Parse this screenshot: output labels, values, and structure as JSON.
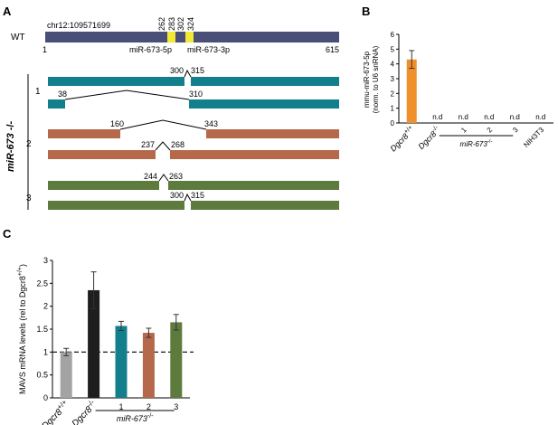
{
  "panel_a": {
    "letter": "A",
    "wt_label": "WT",
    "locus": "chr12:109571699",
    "start_label": "1",
    "end_label": "615",
    "mir5p_label": "miR-673-5p",
    "mir3p_label": "miR-673-3p",
    "mir_positions": [
      "262",
      "283",
      "302",
      "324"
    ],
    "genotype_label": "miR-673",
    "genotype_sup": "-/-",
    "clones": [
      {
        "label": "1",
        "color": "#137f8c",
        "alleles": [
          {
            "gap_start": "300",
            "gap_end": "315"
          },
          {
            "gap_start": "38",
            "gap_end": "310"
          }
        ]
      },
      {
        "label": "2",
        "color": "#b5694a",
        "alleles": [
          {
            "gap_start": "160",
            "gap_end": "343"
          },
          {
            "gap_start": "237",
            "gap_end": "268"
          }
        ]
      },
      {
        "label": "3",
        "color": "#5d7b3c",
        "alleles": [
          {
            "gap_start": "244",
            "gap_end": "263"
          },
          {
            "gap_start": "300",
            "gap_end": "315"
          }
        ]
      }
    ],
    "colors": {
      "wt": "#4a4f78",
      "mir": "#f2e935"
    }
  },
  "chart_data": [
    {
      "panel": "B",
      "type": "bar",
      "ylabel_line1": "mmu-miR-673-5p",
      "ylabel_line2": "(norm. to U6 snRNA)",
      "ylim": [
        0,
        6
      ],
      "yticks": [
        "0",
        "1",
        "2",
        "3",
        "4",
        "5",
        "6"
      ],
      "categories": [
        "Dgcr8",
        "Dgcr8",
        "1",
        "2",
        "3",
        "NIH3T3"
      ],
      "category_sups": [
        "+/+",
        "-/-",
        "",
        "",
        "",
        ""
      ],
      "values": [
        4.3,
        0,
        0,
        0,
        0,
        0
      ],
      "errors": [
        0.6,
        0,
        0,
        0,
        0,
        0
      ],
      "annotations": [
        "",
        "n.d",
        "n.d",
        "n.d",
        "n.d",
        "n.d"
      ],
      "colors": [
        "#f0902c",
        "#cccccc",
        "#cccccc",
        "#cccccc",
        "#cccccc",
        "#cccccc"
      ],
      "group_label": "miR-673",
      "group_sup": "-/-"
    },
    {
      "panel": "C",
      "type": "bar",
      "ylabel": "MAVS mRNA levels (rel to Dgcr8",
      "ylabel_sup": "+/+",
      "ylabel_close": ")",
      "ylim": [
        0,
        3
      ],
      "yticks": [
        "0",
        "0.5",
        "1",
        "1.5",
        "2",
        "2.5",
        "3"
      ],
      "reference_line": 1,
      "categories": [
        "Dgcr8",
        "Dgcr8",
        "1",
        "2",
        "3"
      ],
      "category_sups": [
        "+/+",
        "-/-",
        "",
        "",
        ""
      ],
      "values": [
        1.0,
        2.35,
        1.57,
        1.42,
        1.65
      ],
      "errors": [
        0.08,
        0.4,
        0.1,
        0.1,
        0.17
      ],
      "colors": [
        "#a3a3a3",
        "#1e1e1e",
        "#137f8c",
        "#b5694a",
        "#5d7b3c"
      ],
      "group_label": "miR-673",
      "group_sup": "-/-"
    }
  ]
}
